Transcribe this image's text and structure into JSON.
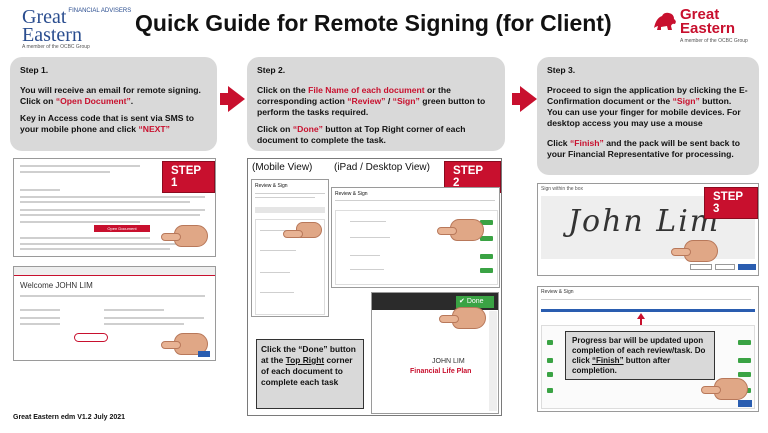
{
  "header": {
    "title": "Quick Guide for Remote Signing (for Client)",
    "logo_left": {
      "line1": "Great",
      "line1b": "FINANCIAL ADVISERS",
      "line2": "Eastern",
      "tagline": "A member of the OCBC Group"
    },
    "logo_right": {
      "brand_line1": "Great",
      "brand_line2": "Eastern",
      "tagline": "A member of the OCBC Group"
    }
  },
  "step1": {
    "heading": "Step 1.",
    "p1_a": "You will receive an email for remote signing. Click on ",
    "p1_link": "“Open Document”",
    "p1_b": ".",
    "p2_a": "Key in Access code that is sent via SMS to your mobile phone and click ",
    "p2_link": "“NEXT”",
    "badge": "STEP 1",
    "email_button": "Open Document",
    "login_title": "Welcome JOHN LIM"
  },
  "step2": {
    "heading": "Step 2.",
    "p1_a": "Click on the ",
    "p1_red1": "File Name of each document",
    "p1_b": " or the corresponding action ",
    "p1_red2": "“Review”",
    "p1_c": " / ",
    "p1_red3": "“Sign”",
    "p1_d": " green button to perform the tasks required.",
    "p2_a": "Click on ",
    "p2_red": "“Done”",
    "p2_b": " button at Top Right corner of each document to complete the task.",
    "mobile_label": "(Mobile View)",
    "ipad_label": "(iPad / Desktop View)",
    "badge": "STEP 2",
    "panel_title": "Review & Sign",
    "done_button": "Done",
    "doc_name": "JOHN LIM",
    "doc_subtitle": "Financial Life Plan",
    "callout_a": "Click the “Done” button at the ",
    "callout_u": "Top Right",
    "callout_b": " corner of each document to complete each task"
  },
  "step3": {
    "heading": "Step 3.",
    "p1_a": "Proceed to sign the application by clicking the E-Confirmation document or the ",
    "p1_red": "“Sign”",
    "p1_b": " button. You can use your finger for mobile devices. For desktop access you may use a mouse",
    "p2_a": "Click ",
    "p2_red": "“Finish”",
    "p2_b": " and the pack will be sent back to your Financial Representative for processing.",
    "badge": "STEP 3",
    "sign_label": "Sign within the box",
    "signature": "John Lim",
    "progress_title": "Review & Sign",
    "callout_a": "Progress bar will be updated upon completion of each review/task. Do click ",
    "callout_u": "“Finish”",
    "callout_b": " button after completion."
  },
  "footer": {
    "text": "Great Eastern edm V1.2 July 2021"
  },
  "colors": {
    "accent_red": "#c8102e",
    "panel_gray": "#d9d9d9",
    "brand_blue": "#2a4d8f",
    "done_green": "#3aa344"
  }
}
